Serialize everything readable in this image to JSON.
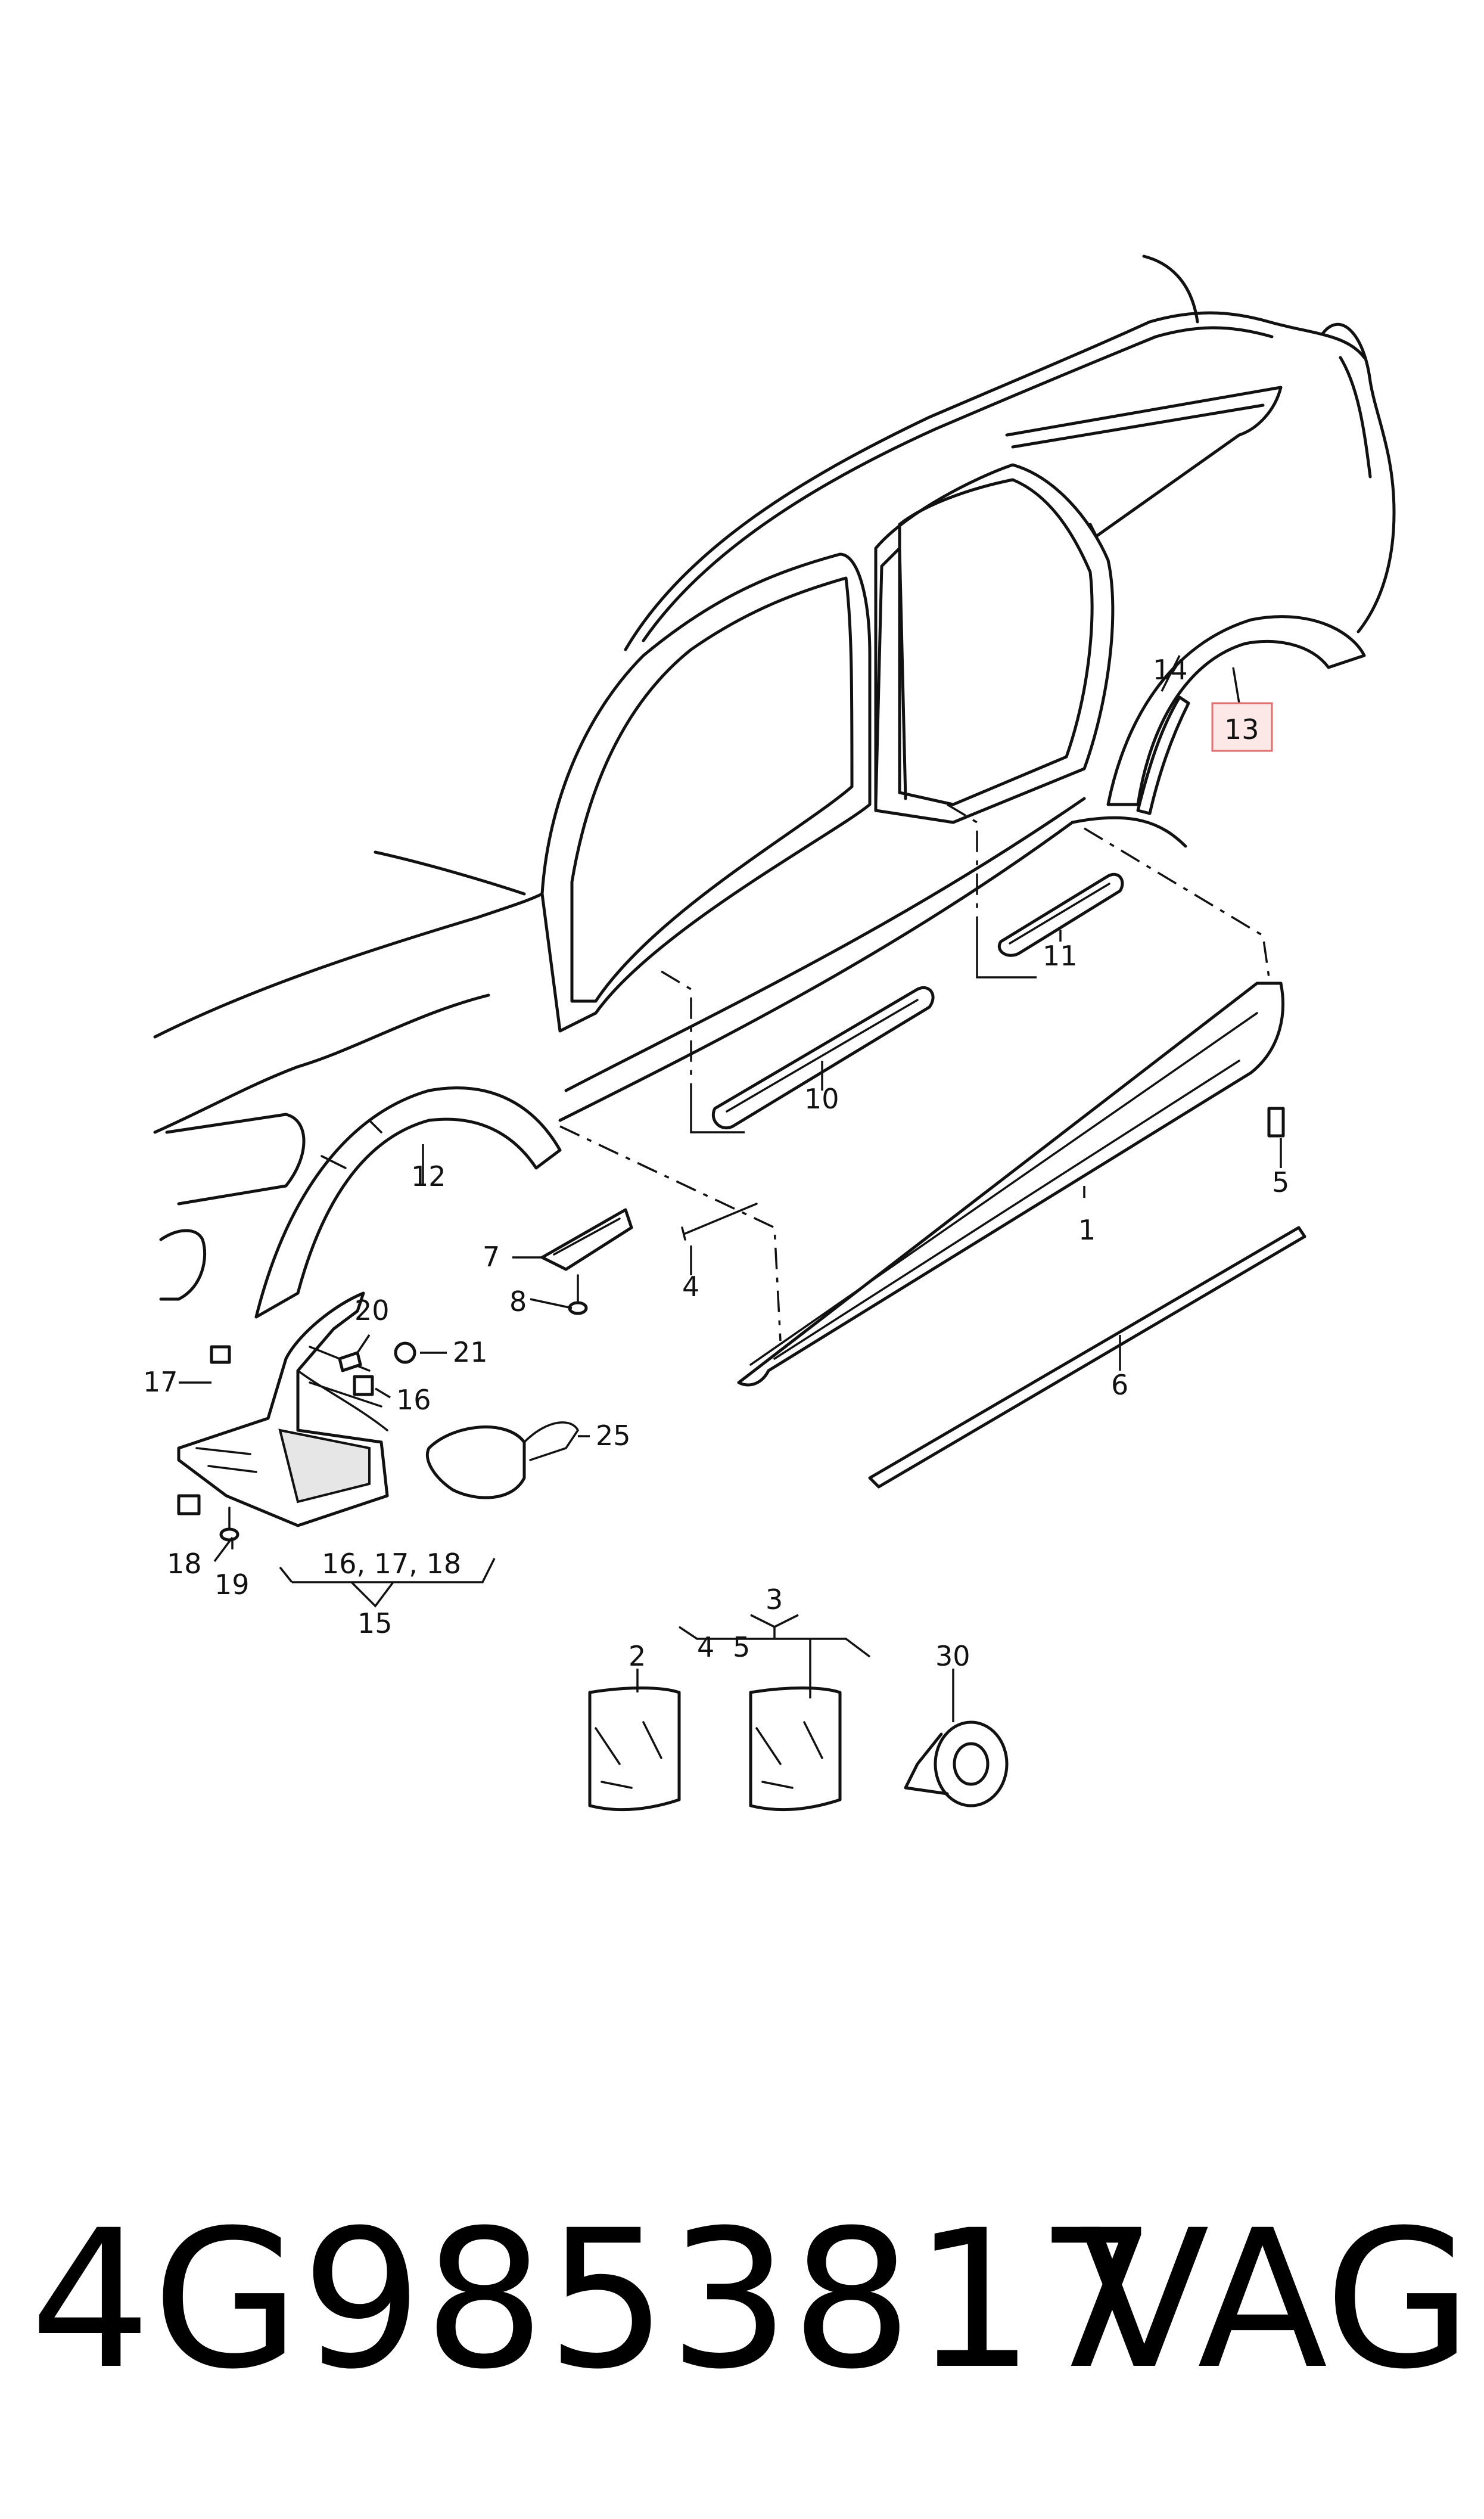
{
  "labels": {
    "l1": "1",
    "l2": "2",
    "l3": "3",
    "l4a": "4",
    "l4b": "4",
    "l5a": "5",
    "l5b": "5",
    "l6": "6",
    "l7": "7",
    "l8": "8",
    "l10": "10",
    "l11": "11",
    "l12": "12",
    "l13": "13",
    "l14": "14",
    "l15": "15",
    "l16": "16",
    "l161718": "16, 17, 18",
    "l17": "17",
    "l18": "18",
    "l19": "19",
    "l20": "20",
    "l21": "21",
    "l25": "25",
    "l30": "30"
  },
  "highlighted_label": "13",
  "highlight_color": "#e07070",
  "footer": {
    "part_number": "4G9853817",
    "brand": "VAG"
  }
}
